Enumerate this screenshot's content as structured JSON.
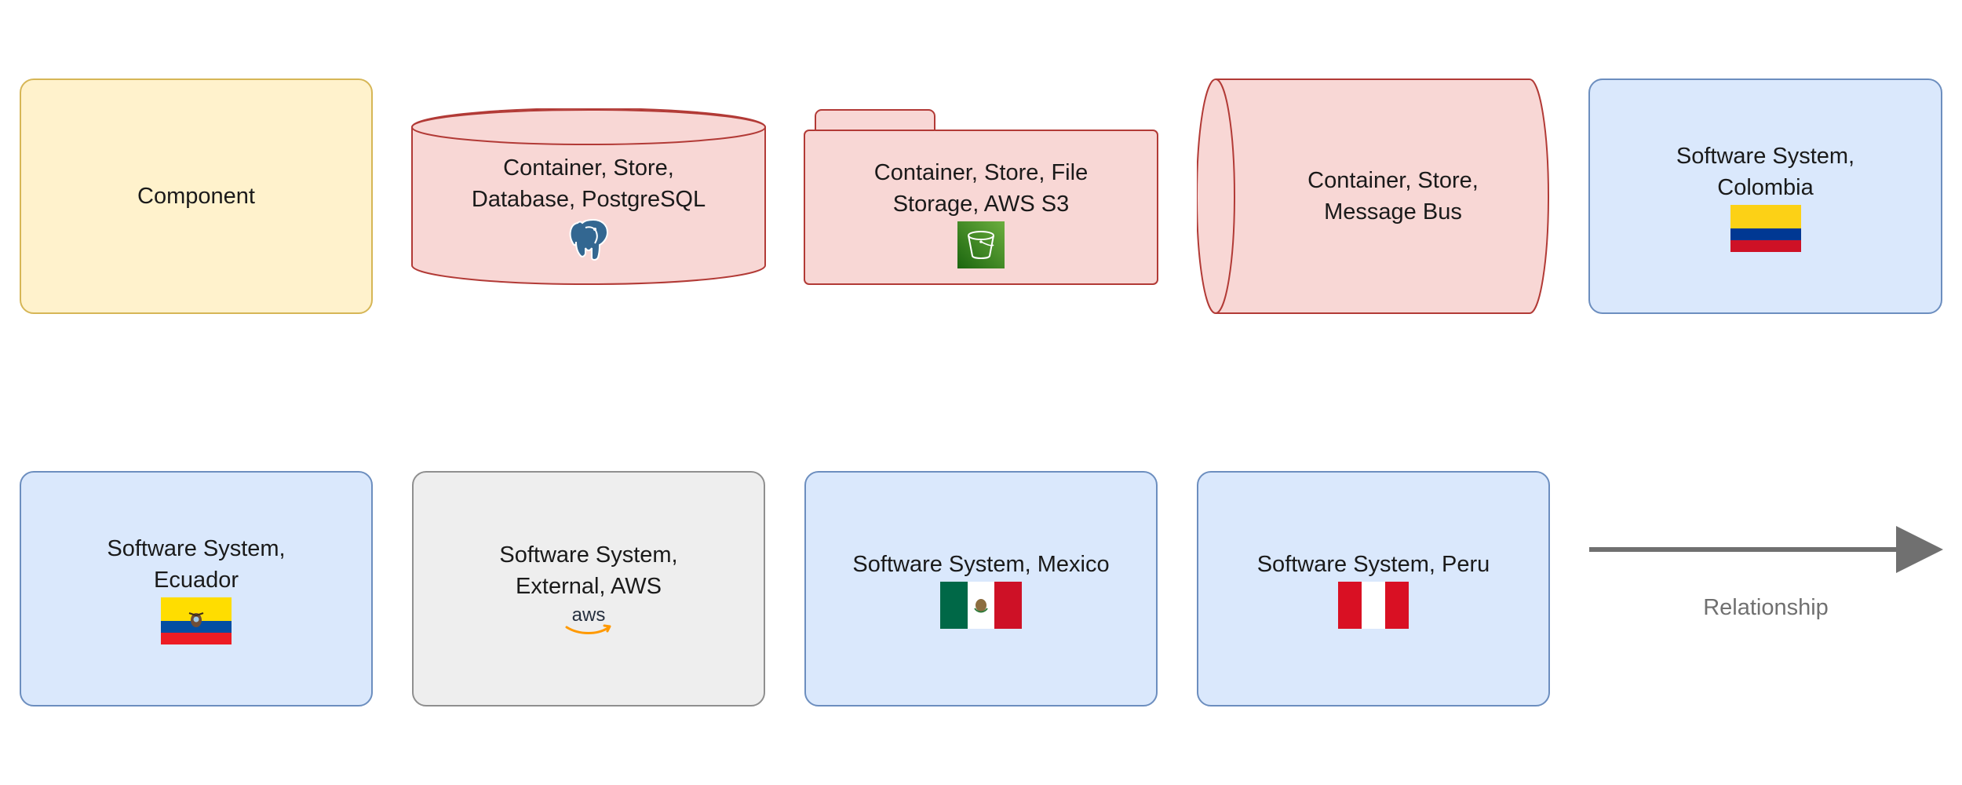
{
  "colors": {
    "component_fill": "#fff2cc",
    "component_stroke": "#d6b656",
    "store_fill": "#f8d7d5",
    "store_stroke": "#b23a36",
    "system_fill": "#dae8fc",
    "system_stroke": "#6c8ebf",
    "external_fill": "#eeeeee",
    "external_stroke": "#8f8f8f",
    "relationship": "#707070"
  },
  "nodes": {
    "component": {
      "label": "Component"
    },
    "postgres": {
      "label": "Container, Store,\nDatabase, PostgreSQL",
      "icon": "postgresql-elephant-icon"
    },
    "s3": {
      "label": "Container, Store, File\nStorage, AWS S3",
      "icon": "aws-s3-bucket-icon"
    },
    "bus": {
      "label": "Container, Store,\nMessage Bus"
    },
    "colombia": {
      "label": "Software System,\nColombia",
      "icon": "colombia-flag-icon"
    },
    "ecuador": {
      "label": "Software System,\nEcuador",
      "icon": "ecuador-flag-icon"
    },
    "aws": {
      "label": "Software System,\nExternal, AWS",
      "icon": "aws-logo-icon"
    },
    "mexico": {
      "label": "Software System, Mexico",
      "icon": "mexico-flag-icon"
    },
    "peru": {
      "label": "Software System, Peru",
      "icon": "peru-flag-icon"
    }
  },
  "relationship": {
    "label": "Relationship"
  }
}
